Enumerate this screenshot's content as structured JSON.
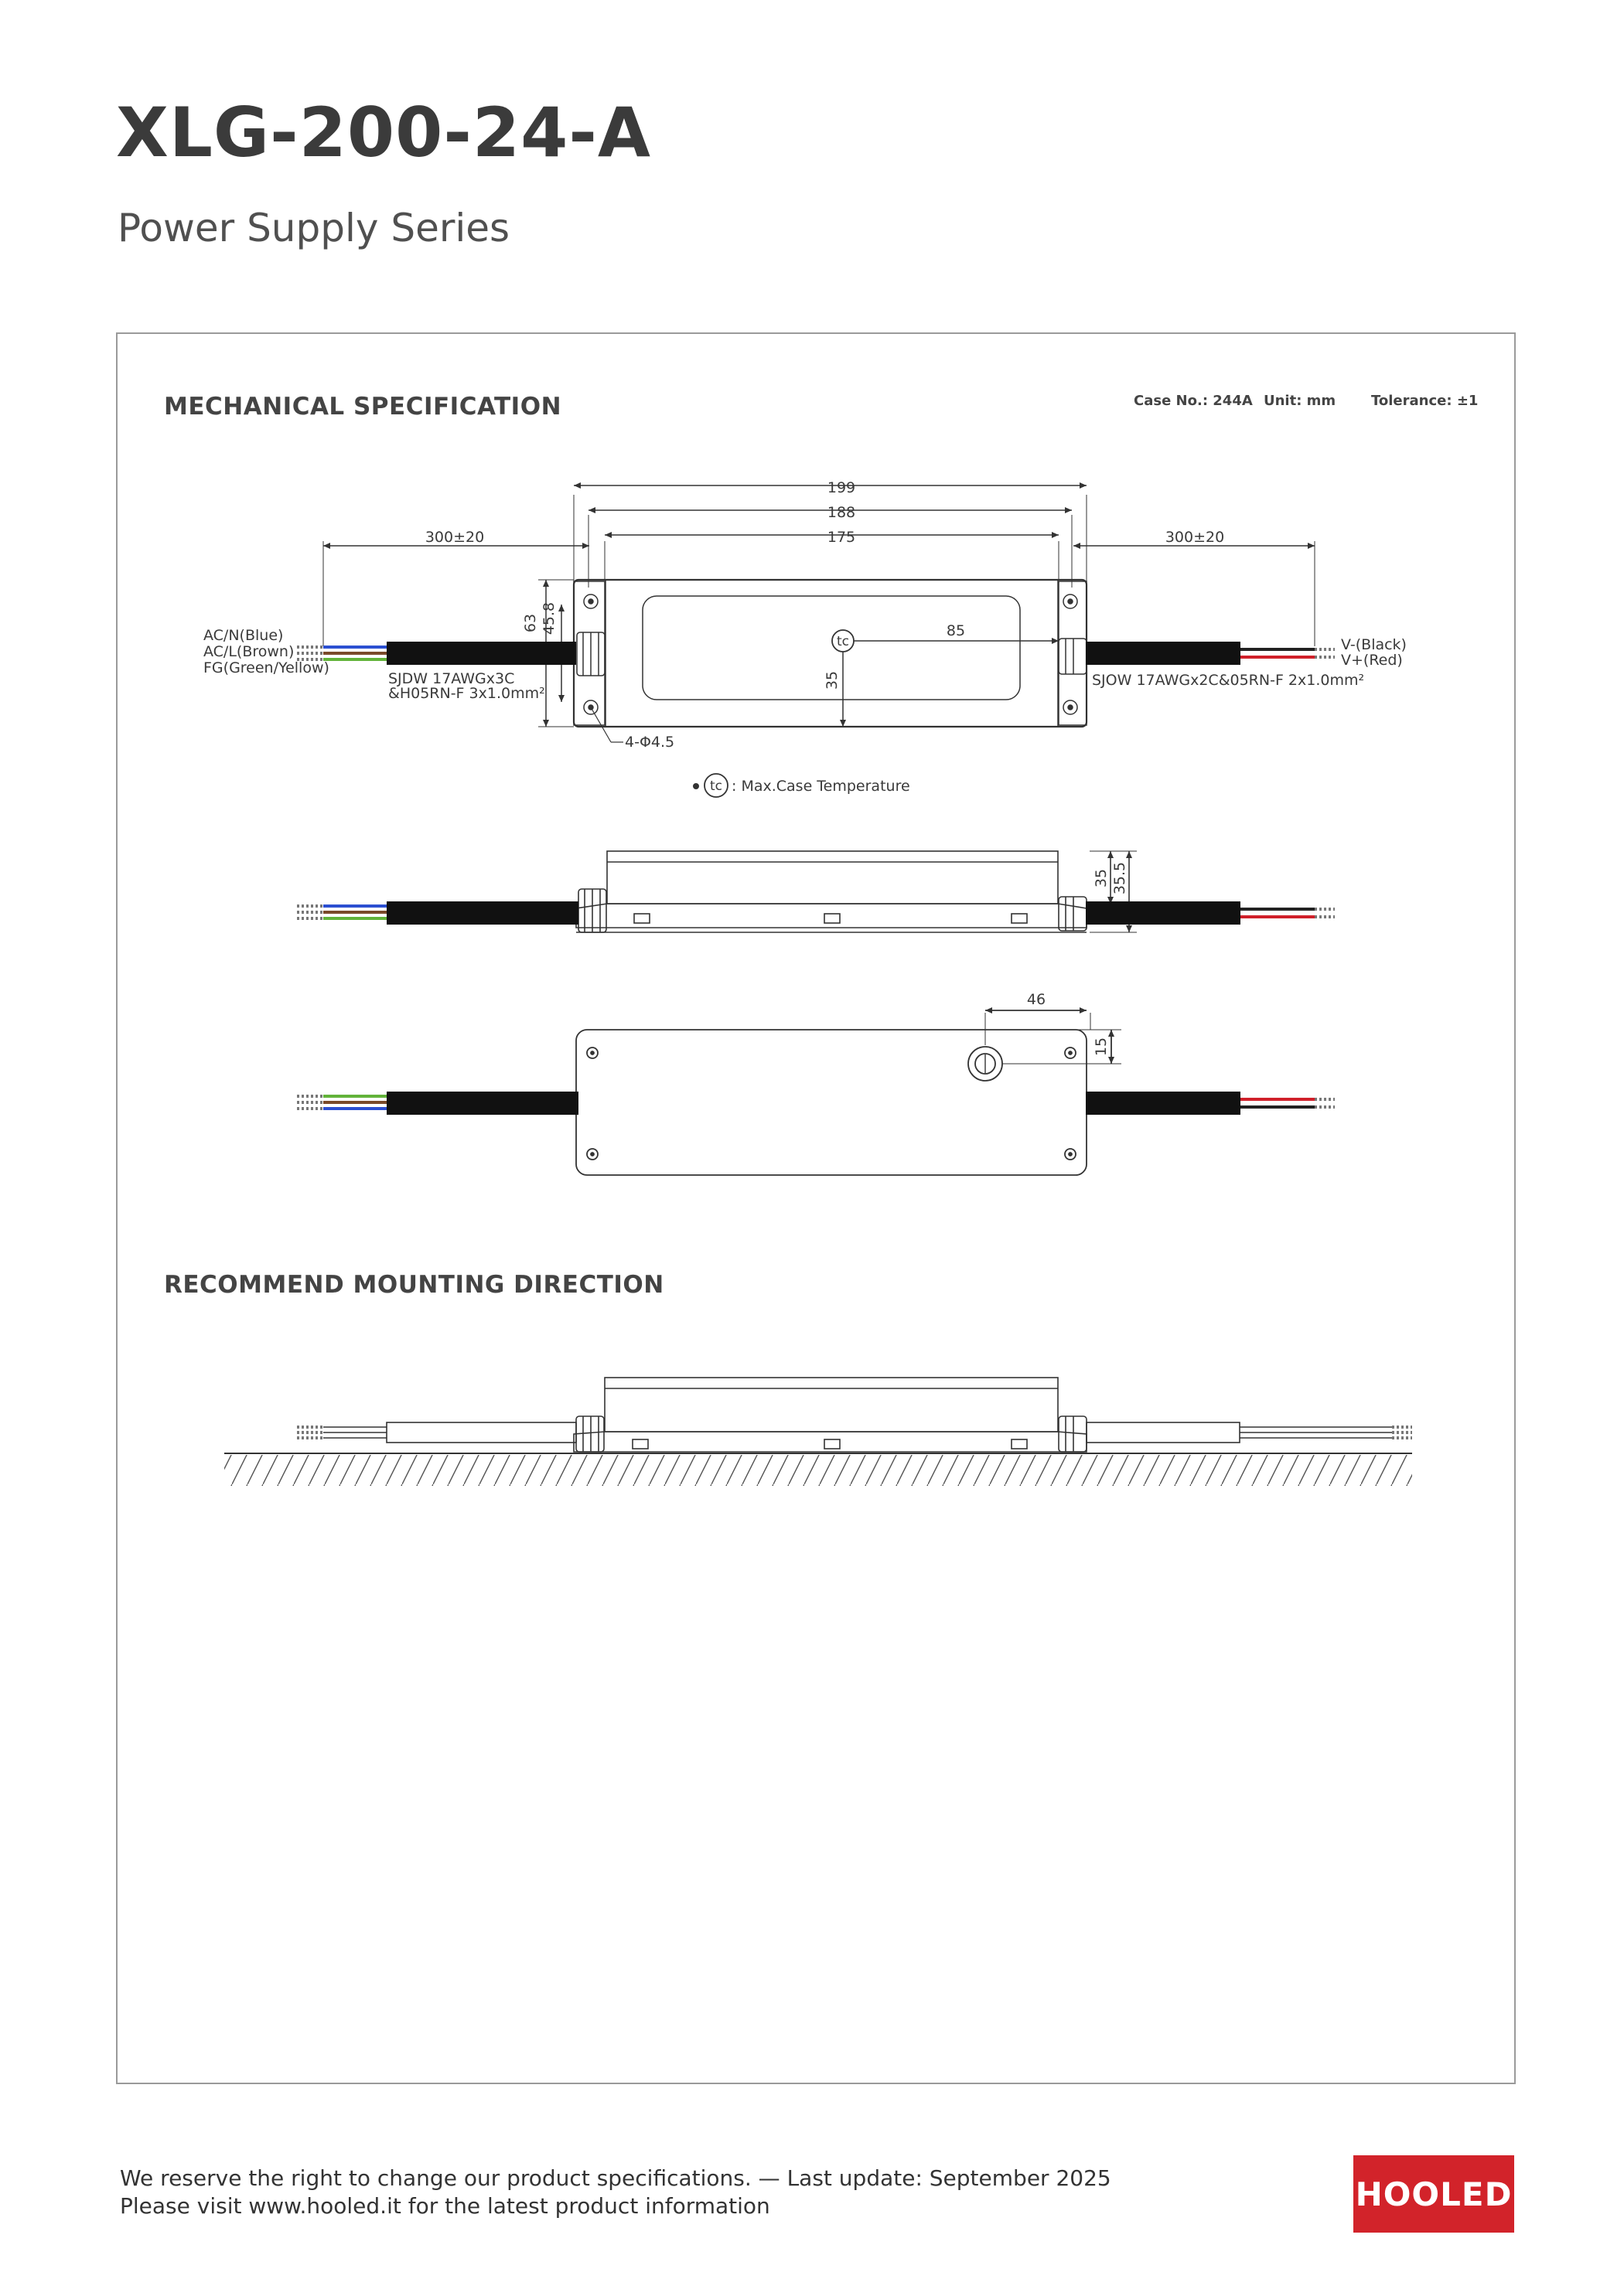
{
  "header": {
    "title": "XLG-200-24-A",
    "subtitle": "Power Supply Series"
  },
  "mechanical": {
    "heading": "MECHANICAL SPECIFICATION",
    "case_no": "Case No.: 244A",
    "unit": "Unit: mm",
    "tolerance": "Tolerance: ±1",
    "dims": {
      "overall": "199",
      "mount": "188",
      "body": "175",
      "cable_left": "300±20",
      "cable_right": "300±20",
      "height_outer": "63",
      "height_inner": "45.8",
      "tc_distance": "85",
      "tc_height": "35",
      "holes": "4-Φ4.5",
      "side_h1": "35",
      "side_h2": "35.5",
      "bottom_tc_x": "46",
      "bottom_tc_y": "15"
    },
    "wires_in": [
      "AC/N(Blue)",
      "AC/L(Brown)",
      "FG(Green/Yellow)"
    ],
    "cable_in_spec": [
      "SJDW 17AWGx3C",
      "&H05RN-F 3x1.0mm²"
    ],
    "wires_out": [
      "V-(Black)",
      "V+(Red)"
    ],
    "cable_out_spec": "SJOW 17AWGx2C&05RN-F 2x1.0mm²",
    "tc_symbol": "tc",
    "tc_legend": ": Max.Case Temperature"
  },
  "mounting": {
    "heading": "RECOMMEND MOUNTING DIRECTION"
  },
  "footer": {
    "line1": "We reserve the right to change our product specifications. — Last update: September 2025",
    "line2": "Please visit www.hooled.it for the latest product information"
  },
  "logo": {
    "text": "HOOLED",
    "color": "#d2232a"
  }
}
